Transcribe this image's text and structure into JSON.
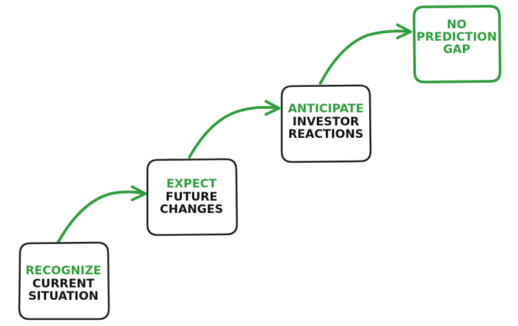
{
  "colors": {
    "accent_green": "#2e9e3b",
    "text_dark": "#111111",
    "box_outline": "#1a1a1a"
  },
  "steps": [
    {
      "highlight": "RECOGNIZE",
      "line1": "CURRENT",
      "line2": "SITUATION"
    },
    {
      "highlight": "EXPECT",
      "line1": "FUTURE",
      "line2": "CHANGES"
    },
    {
      "highlight": "ANTICIPATE",
      "line1": "INVESTOR",
      "line2": "REACTIONS"
    }
  ],
  "final_step": {
    "line1": "NO",
    "line2": "PREDICTION",
    "line3": "GAP"
  }
}
